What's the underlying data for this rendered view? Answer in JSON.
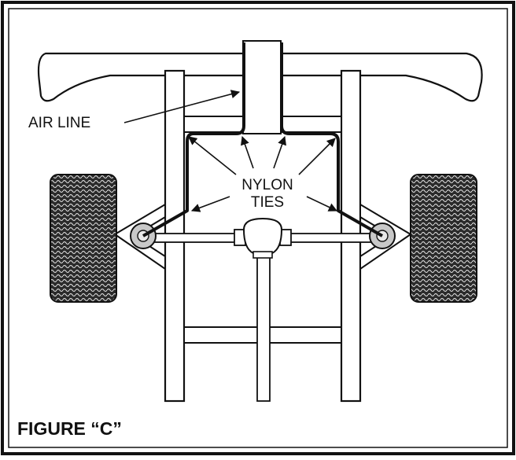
{
  "figure": {
    "caption": "FIGURE “C”",
    "labels": {
      "air_line": "AIR LINE",
      "nylon": "NYLON",
      "ties": "TIES"
    }
  },
  "colors": {
    "ink": "#111111",
    "tire_fill": "#2a2a2a",
    "hub_fill": "#c8c8c8",
    "background": "#ffffff"
  }
}
